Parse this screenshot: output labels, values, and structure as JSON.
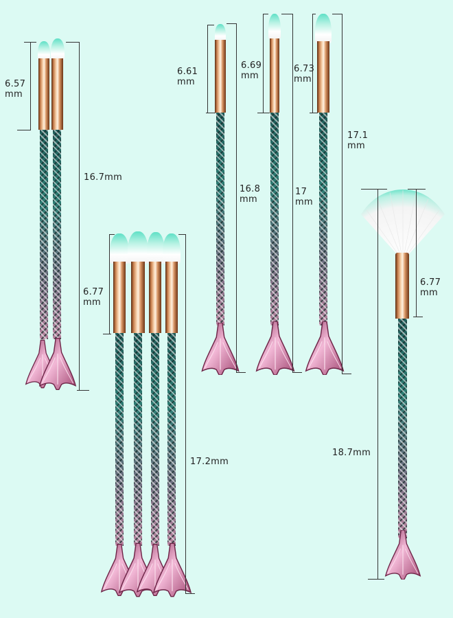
{
  "background_color": "#dcfaf3",
  "colors": {
    "bristle_tip": "#5fe0c6",
    "bristle_base": "#ffffff",
    "ferrule": "#e0a070",
    "handle_top": "#1f5d59",
    "tail_pink": "#e7a6c9",
    "dimension_line": "#333333"
  },
  "groups": [
    {
      "name": "pair-left",
      "brush_count": 2,
      "head_label": "6.57\nmm",
      "head_label_lines": [
        "6.57",
        "mm"
      ],
      "total_label": "16.7mm"
    },
    {
      "name": "quad-bottom",
      "brush_count": 4,
      "head_label_lines": [
        "6.77",
        "mm"
      ],
      "total_label": "17.2mm"
    },
    {
      "name": "single-1",
      "brush_count": 1,
      "head_label_lines": [
        "6.61",
        "mm"
      ],
      "total_label_lines": [
        "16.8",
        "mm"
      ]
    },
    {
      "name": "single-2",
      "brush_count": 1,
      "head_label_lines": [
        "6.69",
        "mm"
      ],
      "total_label_lines": [
        "17",
        "mm"
      ]
    },
    {
      "name": "single-3",
      "brush_count": 1,
      "head_label_lines": [
        "6.73",
        "mm"
      ],
      "total_label_lines": [
        "17.1",
        "mm"
      ]
    },
    {
      "name": "fan-brush",
      "brush_count": 1,
      "head_label_lines": [
        "6.77",
        "mm"
      ],
      "total_label": "18.7mm"
    }
  ]
}
